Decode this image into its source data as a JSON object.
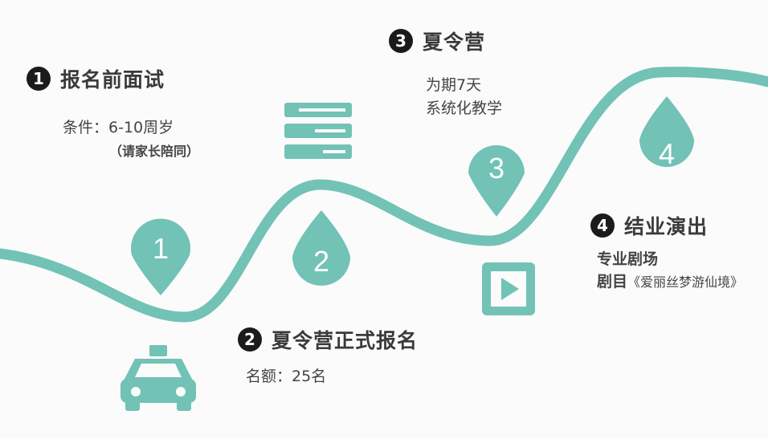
{
  "colors": {
    "accent": "#72c2b6",
    "dark": "#1b1b1b"
  },
  "steps": [
    {
      "number": "1",
      "marker_label": "1",
      "title": "报名前面试",
      "detail_line1": "条件：6-10周岁",
      "detail_line2": "（请家长陪同）",
      "icon": "taxi-icon"
    },
    {
      "number": "2",
      "marker_label": "2",
      "title": "夏令营正式报名",
      "detail_line1": "名额：25名",
      "icon": "list-icon"
    },
    {
      "number": "3",
      "marker_label": "3",
      "title": "夏令营",
      "detail_line1": "为期7天",
      "detail_line2": "系统化教学",
      "icon": "play-icon"
    },
    {
      "number": "4",
      "marker_label": "4",
      "title": "结业演出",
      "detail_line1": "专业剧场",
      "detail_line2_a": "剧目",
      "detail_line2_b": "《爱丽丝梦游仙境》"
    }
  ]
}
